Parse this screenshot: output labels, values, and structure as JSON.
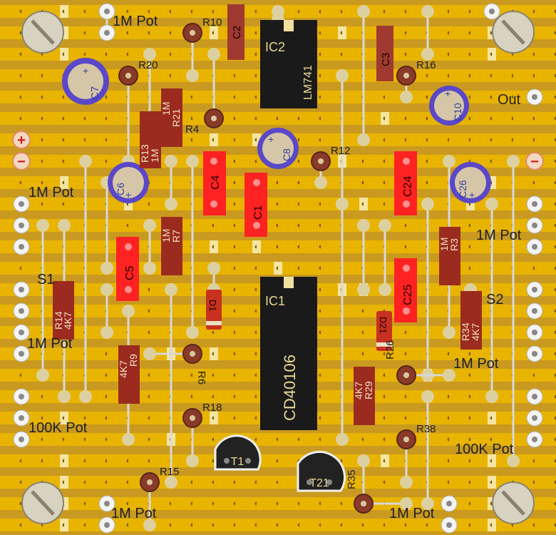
{
  "colors": {
    "board": "#c99a1f",
    "strip": "#e8b400",
    "cut": "#f5e5a0",
    "hole": "#7a5a10",
    "wire": "#d8d8d8",
    "resistor": "#9b2b1f",
    "film_cap": "#ff2222",
    "box_cap": "#a03a30",
    "electrolytic": "#5a48c8",
    "ic": "#1a1a1a",
    "transistor": "#222222",
    "pad": "#f4f4f4",
    "label": "#1e1e1e"
  },
  "labels": {
    "pot_tl": "1M Pot",
    "pot_left_1": "1M Pot",
    "pot_left_2": "1M Pot",
    "pot_left_3": "100K Pot",
    "pot_bottom_l": "1M Pot",
    "pot_bottom_r": "1M Pot",
    "pot_right_1": "1M Pot",
    "pot_right_2": "1M Pot",
    "pot_right_3": "100K Pot",
    "out": "Out",
    "s1": "S1",
    "s2": "S2",
    "plus": "+",
    "minus": "−"
  },
  "ics": {
    "ic2": {
      "ref": "IC2",
      "part": "LM741"
    },
    "ic1": {
      "ref": "IC1",
      "part": "CD40106"
    }
  },
  "resistors": {
    "r13": {
      "ref": "R13",
      "value": "1M"
    },
    "r21": {
      "ref": "R21",
      "value": "1M"
    },
    "r7": {
      "ref": "R7",
      "value": "1M"
    },
    "r3": {
      "ref": "R3",
      "value": "1M"
    },
    "r14": {
      "ref": "R14",
      "value": "4K7"
    },
    "r34": {
      "ref": "R34",
      "value": "4K7"
    },
    "r9": {
      "ref": "R9",
      "value": "4K7"
    },
    "r29": {
      "ref": "R29",
      "value": "4K7"
    }
  },
  "caps": {
    "c2": "C2",
    "c3": "C3",
    "c4": "C4",
    "c1": "C1",
    "c24": "C24",
    "c5": "C5",
    "c25": "C25",
    "c7": "C7",
    "c10": "C10",
    "c8": "C8",
    "c6": "C6",
    "c26": "C26"
  },
  "diodes": {
    "d1": "D1",
    "d21": "D21"
  },
  "transistors": {
    "t1": "T1",
    "t21": "T21"
  },
  "standing": {
    "r10": "R10",
    "r20": "R20",
    "r16": "R16",
    "r4": "R4",
    "r12": "R12",
    "r6": "R6",
    "r26": "R26",
    "r18": "R18",
    "r38": "R38",
    "r15": "R15",
    "r35": "R35"
  }
}
